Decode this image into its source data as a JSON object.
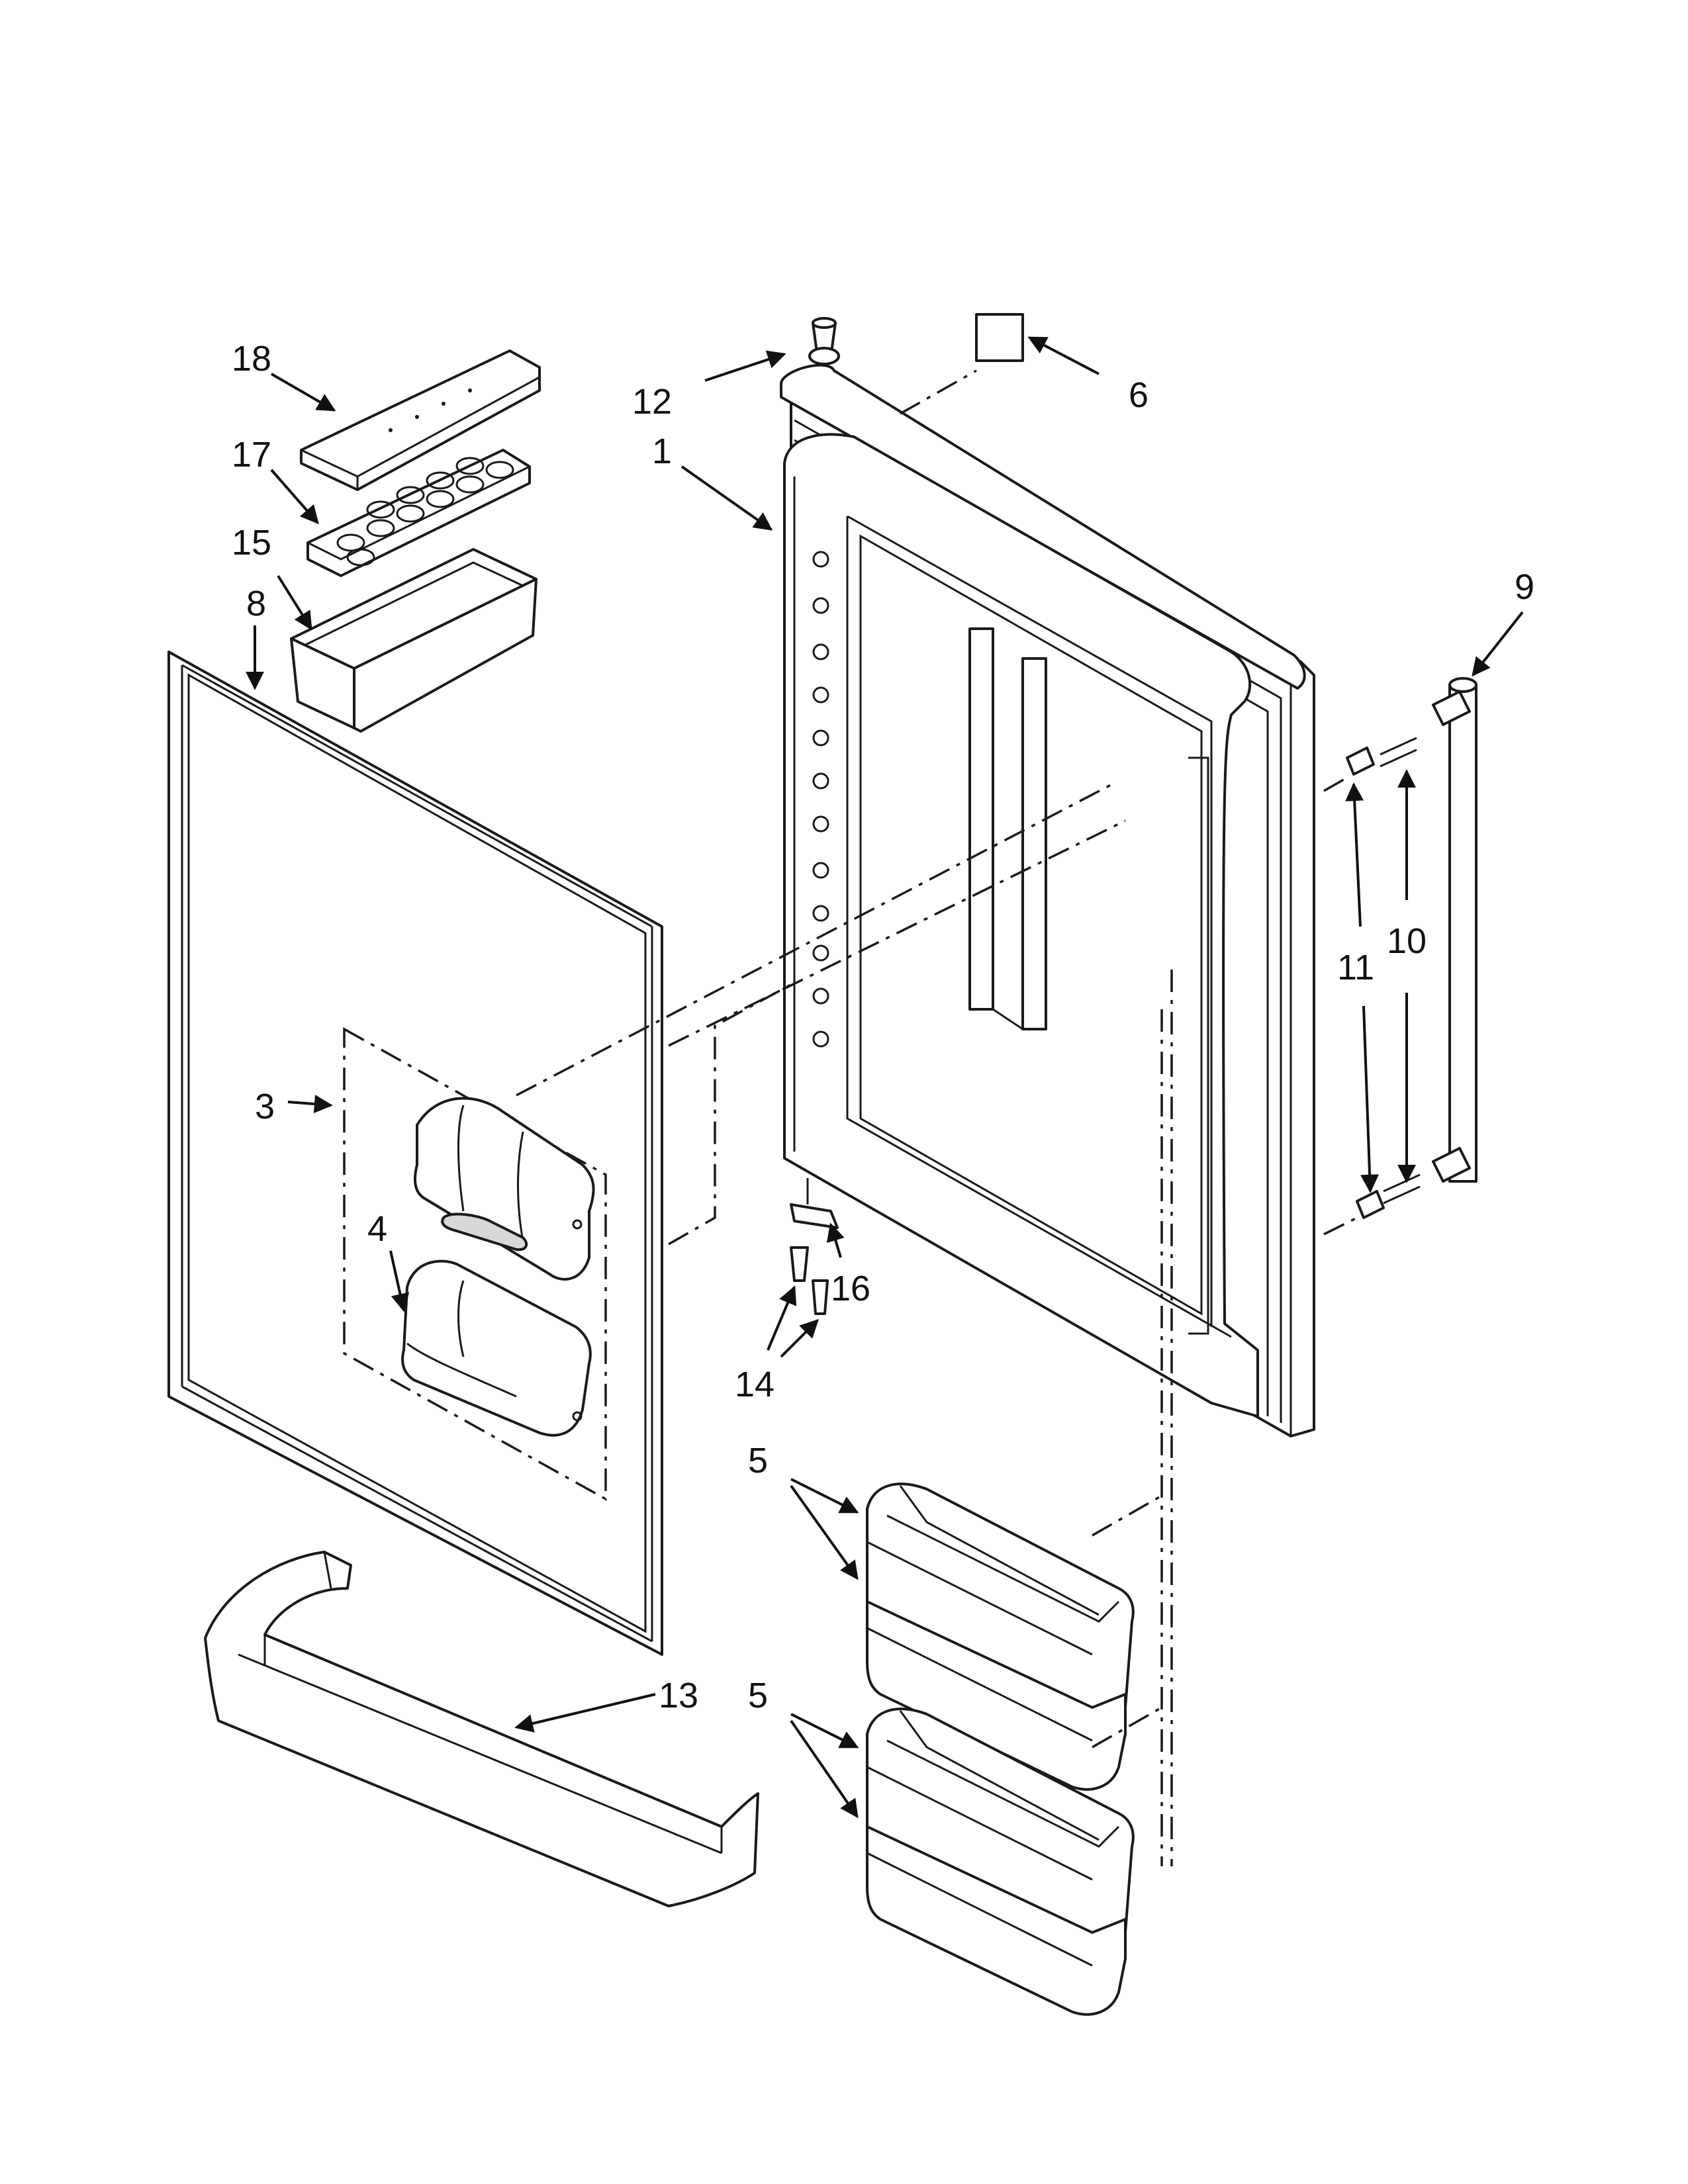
{
  "callouts": {
    "c1": "1",
    "c3": "3",
    "c4": "4",
    "c5a": "5",
    "c5b": "5",
    "c6": "6",
    "c8": "8",
    "c9": "9",
    "c10": "10",
    "c11": "11",
    "c12": "12",
    "c13": "13",
    "c14": "14",
    "c15": "15",
    "c16": "16",
    "c17": "17",
    "c18": "18"
  }
}
